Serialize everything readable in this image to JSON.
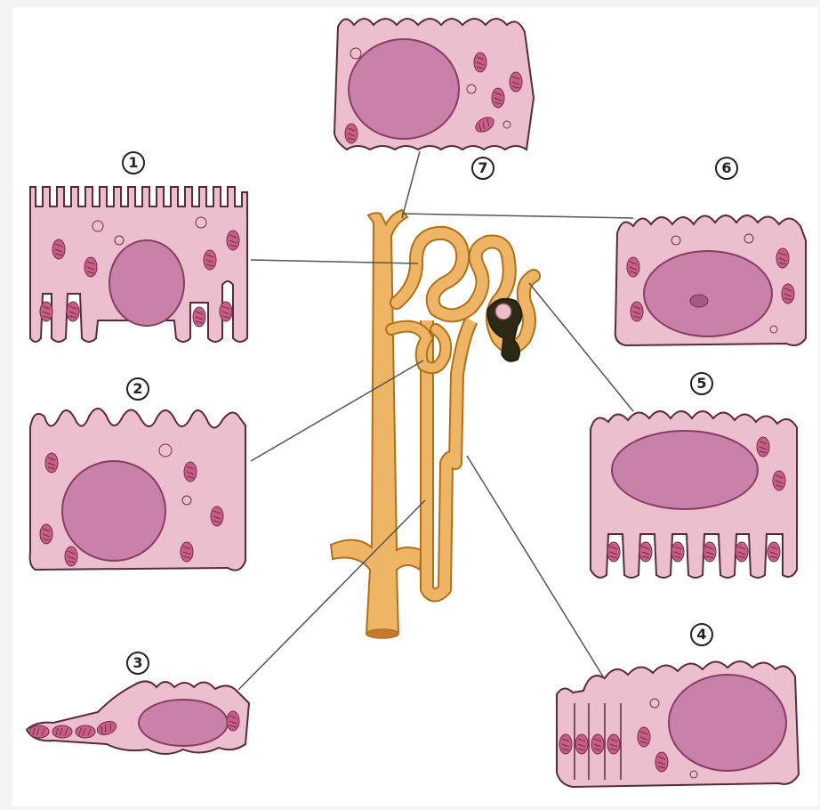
{
  "diagram": {
    "labels": [
      "1",
      "2",
      "3",
      "4",
      "5",
      "6",
      "7"
    ]
  },
  "colors": {
    "cell_fill": "#ecbfce",
    "cell_outline": "#5a2a3a",
    "nucleus": "#c882aa",
    "organelle": "#c65e86",
    "tubule_fill": "#efb567",
    "tubule_outline": "#b07018",
    "glomerulus": "#2c2a14",
    "leader_line": "#555555"
  }
}
